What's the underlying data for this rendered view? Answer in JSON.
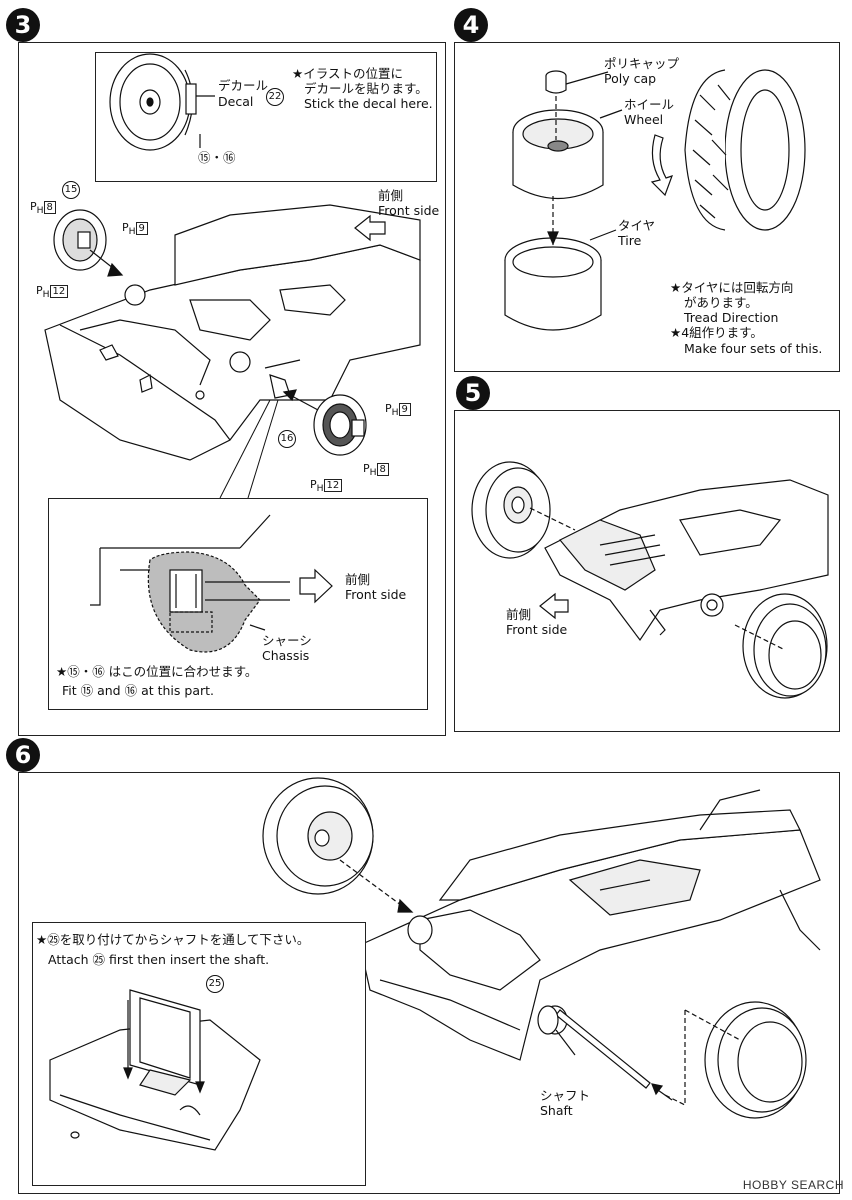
{
  "steps": {
    "s3": {
      "number": "3",
      "inset_top": {
        "decal_jp": "デカール",
        "decal_en": "Decal",
        "decal_num": "22",
        "note_jp_1": "★イラストの位置に",
        "note_jp_2": "デカールを貼ります。",
        "note_en": "Stick the decal here.",
        "parts": "⑮・⑯"
      },
      "front_jp": "前側",
      "front_en": "Front side",
      "part_15": "15",
      "part_16": "16",
      "ph8": "8",
      "ph9": "9",
      "ph12": "12",
      "ph_prefix": "P",
      "ph_sub": "H",
      "inset_bottom": {
        "front_jp": "前側",
        "front_en": "Front side",
        "chassis_jp": "シャーシ",
        "chassis_en": "Chassis",
        "note_jp": "★⑮・⑯ はこの位置に合わせます。",
        "note_en": "Fit ⑮ and ⑯ at this part."
      }
    },
    "s4": {
      "number": "4",
      "polycap_jp": "ポリキャップ",
      "polycap_en": "Poly cap",
      "wheel_jp": "ホイール",
      "wheel_en": "Wheel",
      "tire_jp": "タイヤ",
      "tire_en": "Tire",
      "note1_jp_1": "★タイヤには回転方向",
      "note1_jp_2": "があります。",
      "note1_en": "Tread Direction",
      "note2_jp": "★4組作ります。",
      "note2_en": "Make four sets of this."
    },
    "s5": {
      "number": "5",
      "front_jp": "前側",
      "front_en": "Front side"
    },
    "s6": {
      "number": "6",
      "note_jp": "★㉕を取り付けてからシャフトを通して下さい。",
      "note_en": "Attach ㉕ first then insert the shaft.",
      "part_25": "25",
      "shaft_jp": "シャフト",
      "shaft_en": "Shaft"
    }
  },
  "watermark": "HOBBY SEARCH",
  "colors": {
    "ink": "#111111",
    "shade": "#bdbdbd",
    "paper": "#ffffff"
  }
}
